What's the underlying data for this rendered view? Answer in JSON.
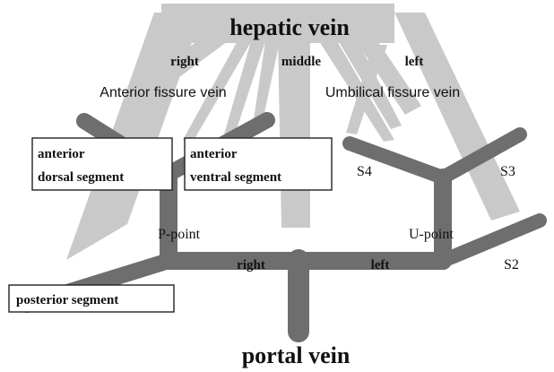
{
  "hepatic_vein": {
    "label": "hepatic vein",
    "branches": {
      "right": "right",
      "middle": "middle",
      "left": "left"
    },
    "fissure_veins": {
      "anterior": "Anterior fissure vein",
      "umbilical": "Umbilical fissure vein"
    }
  },
  "portal_vein": {
    "label": "portal vein",
    "branch_labels": {
      "right": "right",
      "left": "left"
    },
    "points": {
      "p_point": "P-point",
      "u_point": "U-point"
    }
  },
  "segments": {
    "anterior_dorsal": {
      "line1": "anterior",
      "line2": "dorsal segment"
    },
    "anterior_ventral": {
      "line1": "anterior",
      "line2": "ventral segment"
    },
    "posterior": "posterior segment",
    "s4": "S4",
    "s3": "S3",
    "s2": "S2"
  },
  "colors": {
    "hepatic_vein": "#c9c9c9",
    "portal_vein": "#6e6e6e",
    "text": "#111111",
    "box_border": "#222222"
  }
}
